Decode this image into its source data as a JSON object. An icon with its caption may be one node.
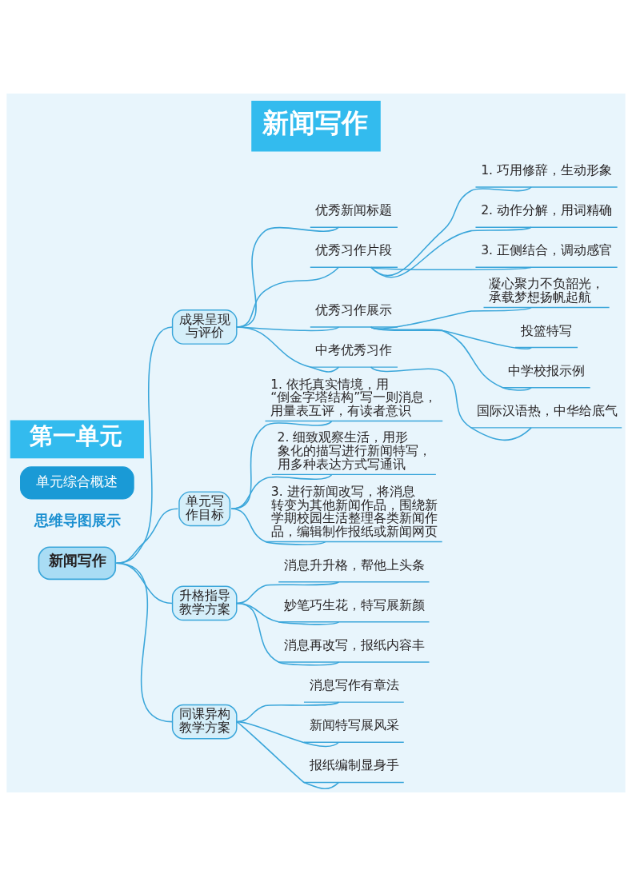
{
  "diagram": {
    "title": "新闻写作",
    "nodes": [
      {
        "text": [
          "单元综合概述"
        ]
      },
      {
        "text": [
          "新闻写作"
        ]
      },
      {
        "text": [
          "成果呈现与评价"
        ]
      },
      {
        "text": [
          "优秀新闻标题"
        ]
      },
      {
        "text": [
          "优秀习作片段"
        ]
      },
      {
        "text": [
          "1. 巧用修辞，生动形象"
        ]
      },
      {
        "text": [
          "2. 动作分解，用词精确"
        ]
      },
      {
        "text": [
          "3. 正侧结合，调动感官"
        ]
      },
      {
        "text": [
          "优秀习作展示"
        ]
      },
      {
        "text": [
          "凝心聚力不负韶光，承载梦想扬帆起航"
        ]
      },
      {
        "text": [
          "投篮特写"
        ]
      },
      {
        "text": [
          "中学校报示例"
        ]
      },
      {
        "text": [
          "中考优秀习作"
        ]
      },
      {
        "text": [
          "国际汉语热，中华给底气"
        ]
      },
      {
        "text": [
          "单元写作目标"
        ]
      },
      {
        "text": [
          "1. 依托真实情境，用“倒金字塔结构”写一则消息，用量表互评，有读者意识"
        ]
      },
      {
        "text": [
          "2. 细致观察生活，用形象化的描写进行新闻特写，用多种表达方式写通讯"
        ]
      },
      {
        "text": [
          "3. 进行新闻改写，将消息转变为其他新闻作品，围绕新学期校园生活整理各类新闻作品，编辑制作报纸或新闻网页"
        ]
      },
      {
        "text": [
          "升格指导教学方案"
        ]
      },
      {
        "text": [
          "消息升升格，帮他上头条"
        ]
      },
      {
        "text": [
          "妙笔巧生花，特写展新颜"
        ]
      },
      {
        "text": [
          "消息再改写，报纸内容丰"
        ]
      },
      {
        "text": [
          "同课异构教学方案"
        ]
      },
      {
        "text": [
          "消息写作有章法"
        ]
      },
      {
        "text": [
          "新闻特写展风采"
        ]
      },
      {
        "text": [
          "报纸编制显身手"
        ]
      }
    ],
    "edges": [
      {
        "from": 1,
        "to": 2,
        "arrow": "none"
      },
      {
        "from": 2,
        "to": 3,
        "arrow": "none"
      },
      {
        "from": 2,
        "to": 4,
        "arrow": "none"
      },
      {
        "from": 4,
        "to": 5,
        "arrow": "none"
      },
      {
        "from": 4,
        "to": 6,
        "arrow": "none"
      },
      {
        "from": 4,
        "to": 7,
        "arrow": "none"
      },
      {
        "from": 2,
        "to": 8,
        "arrow": "none"
      },
      {
        "from": 8,
        "to": 9,
        "arrow": "none"
      },
      {
        "from": 8,
        "to": 10,
        "arrow": "none"
      },
      {
        "from": 8,
        "to": 11,
        "arrow": "none"
      },
      {
        "from": 2,
        "to": 12,
        "arrow": "none"
      },
      {
        "from": 12,
        "to": 13,
        "arrow": "none"
      },
      {
        "from": 1,
        "to": 14,
        "arrow": "none"
      },
      {
        "from": 14,
        "to": 15,
        "arrow": "none"
      },
      {
        "from": 14,
        "to": 16,
        "arrow": "none"
      },
      {
        "from": 14,
        "to": 17,
        "arrow": "none"
      },
      {
        "from": 1,
        "to": 18,
        "arrow": "none"
      },
      {
        "from": 18,
        "to": 19,
        "arrow": "none"
      },
      {
        "from": 18,
        "to": 20,
        "arrow": "none"
      },
      {
        "from": 18,
        "to": 21,
        "arrow": "none"
      },
      {
        "from": 1,
        "to": 22,
        "arrow": "none"
      },
      {
        "from": 22,
        "to": 23,
        "arrow": "none"
      },
      {
        "from": 22,
        "to": 24,
        "arrow": "none"
      },
      {
        "from": 22,
        "to": 25,
        "arrow": "none"
      }
    ],
    "labels": [
      "第一单元",
      "思维导图展示"
    ]
  }
}
